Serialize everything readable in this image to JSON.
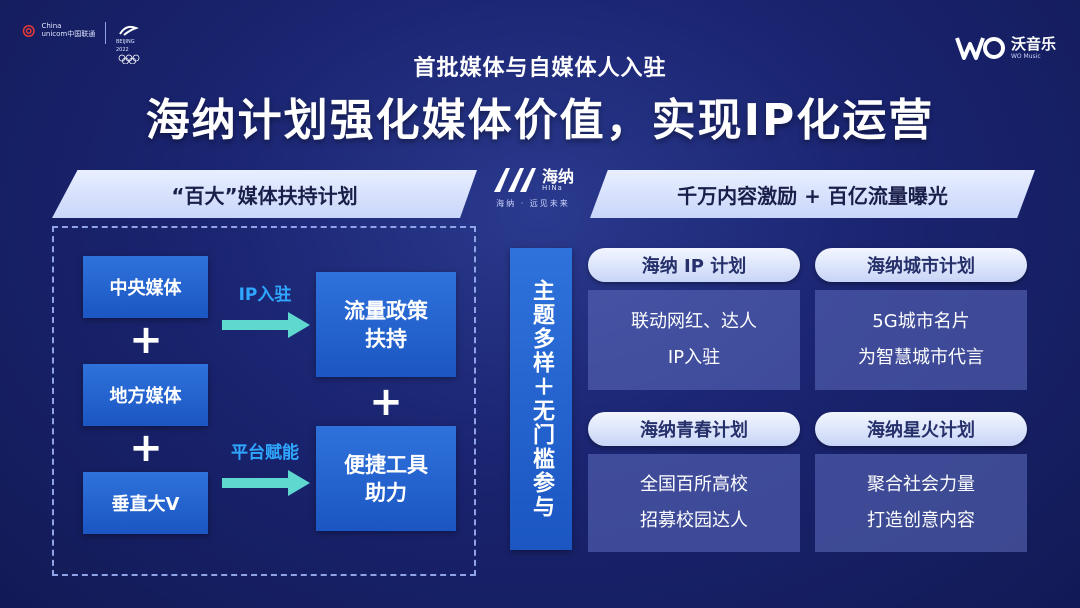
{
  "header": {
    "logo_left_brand": "China\nunicom中国联通",
    "logo_left_olympic": "BEIJING 2022",
    "logo_right_brand": "沃音乐",
    "logo_right_en": "WO Music",
    "subtitle": "首批媒体与自媒体人入驻",
    "title": "海纳计划强化媒体价值，实现IP化运营"
  },
  "banners": {
    "left": "“百大”媒体扶持计划",
    "right": "千万内容激励 + 百亿流量曝光"
  },
  "hina_logo": {
    "name": "海纳",
    "en": "HINa",
    "tagline": "海纳 · 远见未来"
  },
  "left_panel": {
    "media": [
      "中央媒体",
      "地方媒体",
      "垂直大V"
    ],
    "plus": "+",
    "arrows": [
      {
        "label": "IP入驻"
      },
      {
        "label": "平台赋能"
      }
    ],
    "results": [
      "流量政策\n扶持",
      "便捷工具\n助力"
    ]
  },
  "theme": "主题多样＋无门槛参与",
  "plans": [
    {
      "title": "海纳 IP 计划",
      "lines": [
        "联动网红、达人",
        "IP入驻"
      ]
    },
    {
      "title": "海纳城市计划",
      "lines": [
        "5G城市名片",
        "为智慧城市代言"
      ]
    },
    {
      "title": "海纳青春计划",
      "lines": [
        "全国百所高校",
        "招募校园达人"
      ]
    },
    {
      "title": "海纳星火计划",
      "lines": [
        "聚合社会力量",
        "打造创意内容"
      ]
    }
  ],
  "colors": {
    "background": "#1a2470",
    "box_blue": "#2064d2",
    "arrow_teal": "#5fd8cf",
    "arrow_label": "#2fa7ff",
    "pill": "#dde5fb"
  }
}
